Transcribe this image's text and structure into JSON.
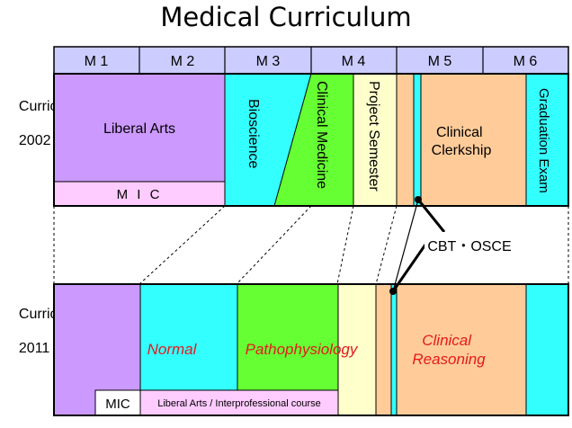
{
  "title": "Medical Curriculum",
  "years": [
    "M 1",
    "M 2",
    "M 3",
    "M 4",
    "M 5",
    "M 6"
  ],
  "curricula": [
    {
      "label": [
        "Curriculum",
        "2002"
      ],
      "blocks": [
        {
          "id": "liberal-arts",
          "text": "Liberal Arts",
          "color": "#cc99ff"
        },
        {
          "id": "mic",
          "text": "M I C",
          "color": "#ffccff"
        },
        {
          "id": "bioscience",
          "text": "Bioscience",
          "color": "#33ffff"
        },
        {
          "id": "clinical-medicine",
          "text": "Clinical Medicine",
          "color": "#66ff33"
        },
        {
          "id": "project-semester",
          "text": "Project Semester",
          "color": "#ffffcc"
        },
        {
          "id": "clinical-clerkship",
          "text": "Clinical\nClerkship",
          "color": "#ffcc99"
        },
        {
          "id": "graduation-exam",
          "text": "Graduation Exam",
          "color": "#33ffff"
        }
      ]
    },
    {
      "label": [
        "Curriculum",
        "2011"
      ],
      "blocks": [
        {
          "id": "normal",
          "text": "Normal",
          "color": "#33ffff"
        },
        {
          "id": "pathophysiology",
          "text": "Pathophysiology",
          "color": "#66ff33"
        },
        {
          "id": "clinical-reasoning",
          "text": "Clinical\nReasoning",
          "color": "#ffcc99"
        },
        {
          "id": "mic-2011",
          "text": "MIC",
          "color": "#ffffff"
        },
        {
          "id": "liberal-arts-ip",
          "text": "Liberal Arts / Interprofessional course",
          "color": "#ffccff"
        }
      ]
    }
  ],
  "callout": "CBT・OSCE",
  "colors": {
    "year_header": "#ccccff",
    "purple": "#cc99ff",
    "cyan": "#33ffff",
    "green": "#66ff33",
    "pale_yellow": "#ffffcc",
    "peach": "#ffcc99",
    "pink": "#ffccff",
    "red_text": "#e41a1c"
  }
}
